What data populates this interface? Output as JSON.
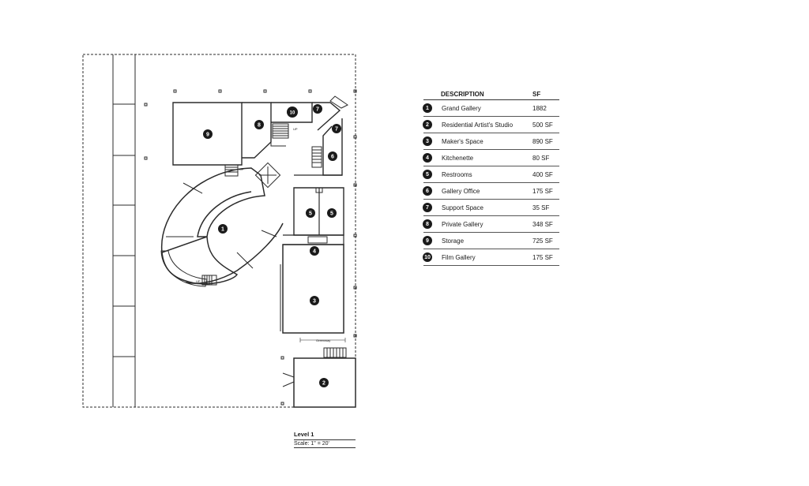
{
  "legend": {
    "header": {
      "description": "DESCRIPTION",
      "sf": "SF"
    },
    "rows": [
      {
        "num": "1",
        "description": "Grand Gallery",
        "sf": "1882"
      },
      {
        "num": "2",
        "description": "Residential Artist's Studio",
        "sf": "500 SF"
      },
      {
        "num": "3",
        "description": "Maker's Space",
        "sf": "890 SF"
      },
      {
        "num": "4",
        "description": "Kitchenette",
        "sf": "80 SF"
      },
      {
        "num": "5",
        "description": "Restrooms",
        "sf": "400 SF"
      },
      {
        "num": "6",
        "description": "Gallery Office",
        "sf": "175 SF"
      },
      {
        "num": "7",
        "description": "Support Space",
        "sf": "35 SF"
      },
      {
        "num": "8",
        "description": "Private Gallery",
        "sf": "348 SF"
      },
      {
        "num": "9",
        "description": "Storage",
        "sf": "725 SF"
      },
      {
        "num": "10",
        "description": "Film Gallery",
        "sf": "175 SF"
      }
    ]
  },
  "plan": {
    "labels": {
      "grand_gallery": "1",
      "artist_studio": "2",
      "makers_space": "3",
      "kitchenette": "4",
      "restroom_a": "5",
      "restroom_b": "5",
      "gallery_office": "6",
      "support_space_a": "7",
      "support_space_b": "7",
      "private_gallery": "8",
      "storage": "9",
      "film_gallery": "10"
    },
    "small_text": {
      "stair_up_1": "UP",
      "stair_up_2": "UP",
      "stair_up_3": "UP",
      "greenway": "Greenway"
    }
  },
  "scale_block": {
    "level": "Level 1",
    "scale": "Scale: 1\" = 20'"
  },
  "colors": {
    "line": "#2b2b2b",
    "fill_dark": "#1a1a1a",
    "background": "#ffffff"
  }
}
